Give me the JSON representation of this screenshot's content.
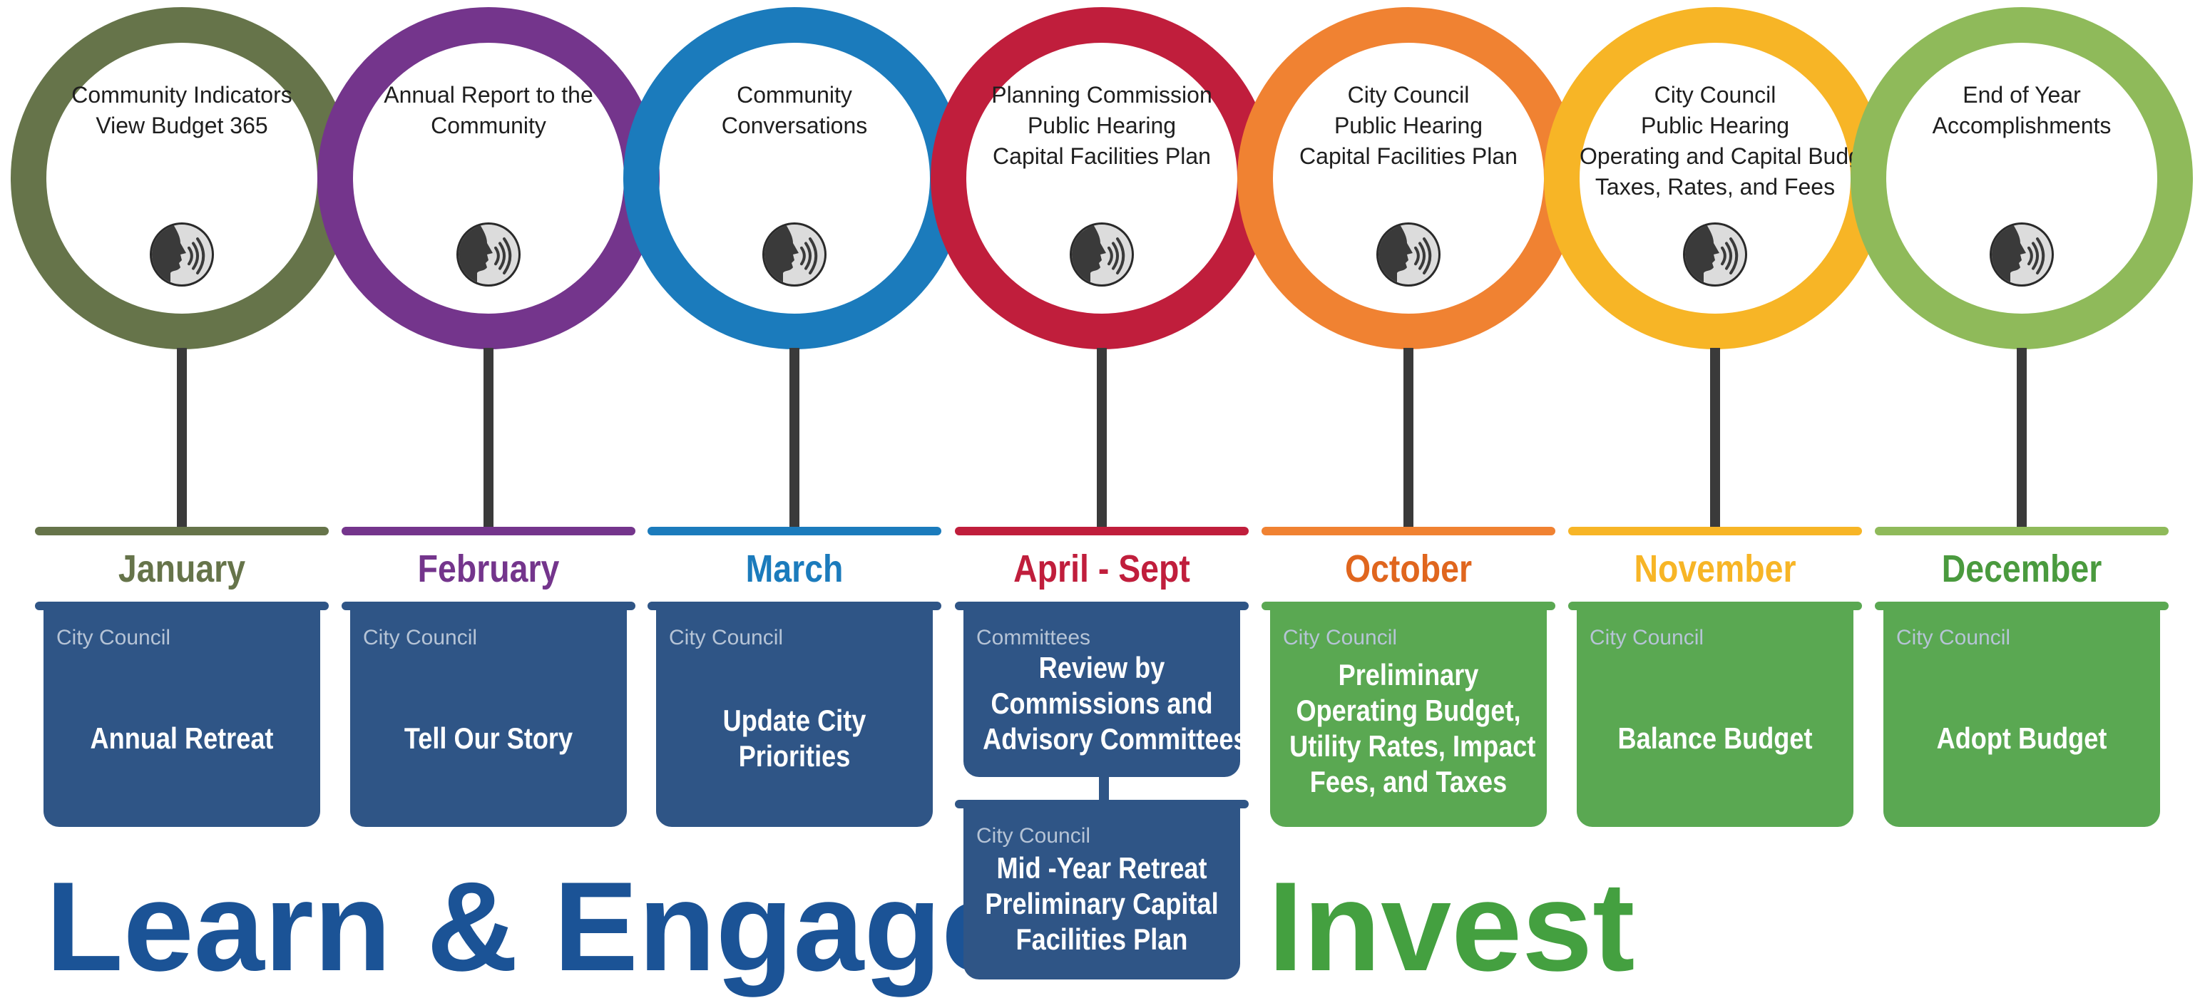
{
  "phases": [
    {
      "month": "January",
      "color": "#66744a",
      "ring_lines": [
        "Community Indicators",
        "View Budget 365"
      ],
      "box": {
        "group": "City Council",
        "lines": [
          "Annual Retreat"
        ],
        "color": "#2f5586"
      }
    },
    {
      "month": "February",
      "color": "#74358c",
      "ring_lines": [
        "Annual Report to the",
        "Community"
      ],
      "box": {
        "group": "City Council",
        "lines": [
          "Tell Our Story"
        ],
        "color": "#2f5586"
      }
    },
    {
      "month": "March",
      "color": "#1b7bbc",
      "ring_lines": [
        "Community",
        "Conversations"
      ],
      "box": {
        "group": "City Council",
        "lines": [
          "Update City",
          "Priorities"
        ],
        "color": "#2f5586"
      }
    },
    {
      "month": "April - Sept",
      "color": "#c01e3c",
      "ring_lines": [
        "Planning Commission",
        "Public Hearing",
        "Capital Facilities Plan"
      ],
      "box": {
        "group": "Committees",
        "lines": [
          "Review by",
          "Commissions and",
          "Advisory Committees"
        ],
        "color": "#2f5586"
      },
      "box2": {
        "group": "City Council",
        "lines": [
          "Mid -Year Retreat",
          "Preliminary Capital",
          "Facilities Plan"
        ],
        "color": "#2f5586"
      }
    },
    {
      "month": "October",
      "color": "#f08232",
      "month_color": "#e0661e",
      "ring_lines": [
        "City Council",
        "Public Hearing",
        "Capital Facilities Plan"
      ],
      "box": {
        "group": "City Council",
        "lines": [
          "Preliminary",
          "Operating Budget,",
          "Utility Rates, Impact",
          "Fees, and Taxes"
        ],
        "color": "#5aa852"
      }
    },
    {
      "month": "November",
      "color": "#f7b526",
      "ring_lines": [
        "City Council",
        "Public Hearing",
        "Operating and Capital Budget,",
        "Taxes, Rates, and Fees"
      ],
      "box": {
        "group": "City Council",
        "lines": [
          "Balance Budget"
        ],
        "color": "#5aa852"
      }
    },
    {
      "month": "December",
      "color": "#8fba5a",
      "month_color": "#4a9a3e",
      "ring_lines": [
        "End of  Year",
        "Accomplishments"
      ],
      "box": {
        "group": "City Council",
        "lines": [
          "Adopt Budget"
        ],
        "color": "#5aa852"
      }
    }
  ],
  "bottom_labels": {
    "learn": {
      "text": "Learn & Engage",
      "color": "#1b5396"
    },
    "invest": {
      "text": "Invest",
      "color": "#44a040"
    }
  },
  "icon_name": "speaking-head-icon"
}
